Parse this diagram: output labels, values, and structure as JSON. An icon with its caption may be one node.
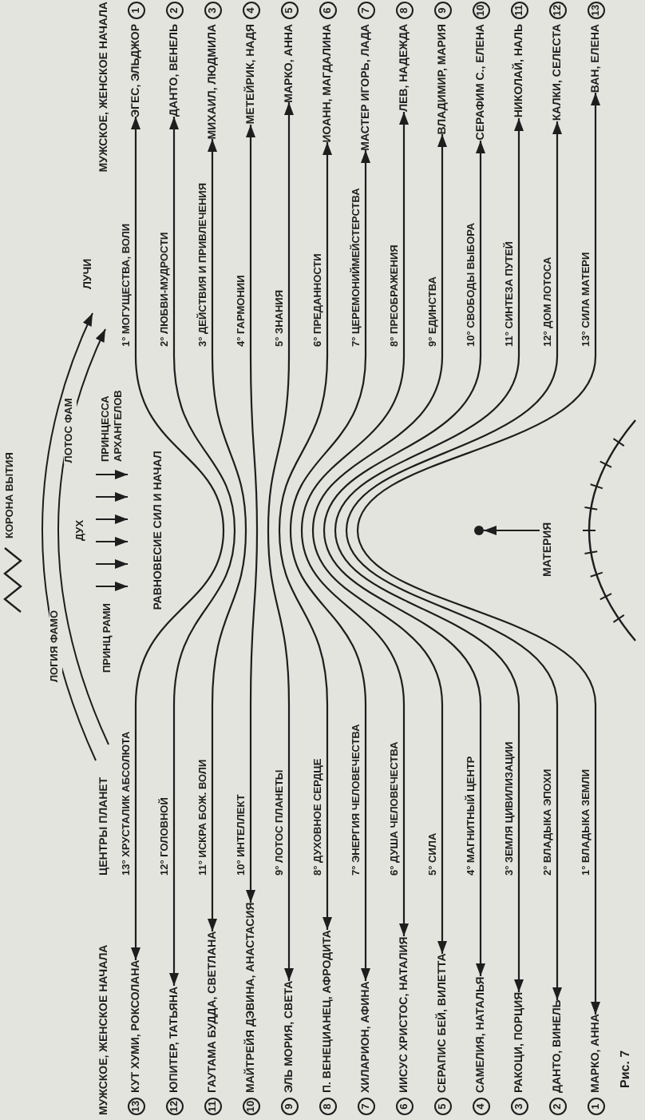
{
  "diagram": {
    "caption": "Рис. 7",
    "nodes": [
      {
        "text": [
          "13",
          "КУТ ХУМИ, РОКСОЛАНА"
        ]
      },
      {
        "text": [
          "12",
          "ЮПИТЕР, ТАТЬЯНА"
        ]
      },
      {
        "text": [
          "11",
          "ГАУТАМА БУДДА, СВЕТЛАНА"
        ]
      },
      {
        "text": [
          "10",
          "МАЙТРЕЙЯ ДЭВИНА, АНАСТАСИЯ"
        ]
      },
      {
        "text": [
          "9",
          "ЭЛЬ МОРИЯ, СВЕТА"
        ]
      },
      {
        "text": [
          "8",
          "П. ВЕНЕЦИАНЕЦ, АФРОДИТА"
        ]
      },
      {
        "text": [
          "7",
          "ХИЛАРИОН, АФИНА"
        ]
      },
      {
        "text": [
          "6",
          "ИИСУС ХРИСТОС, НАТАЛИЯ"
        ]
      },
      {
        "text": [
          "5",
          "СЕРАПИС БЕЙ, ВИЛЕТТА"
        ]
      },
      {
        "text": [
          "4",
          "САМЕЛИЯ, НАТАЛЬЯ"
        ]
      },
      {
        "text": [
          "3",
          "РАКОЦИ, ПОРЦИЯ"
        ]
      },
      {
        "text": [
          "2",
          "ДАНТО, ВИНЕЛЬ"
        ]
      },
      {
        "text": [
          "1",
          "МАРКО, АННА"
        ]
      },
      {
        "text": [
          "ЭГЕС, ЭЛЬДЖОР",
          "1"
        ]
      },
      {
        "text": [
          "ДАНТО, ВЕНЕЛЬ",
          "2"
        ]
      },
      {
        "text": [
          "МИХАИЛ, ЛЮДМИЛА",
          "3"
        ]
      },
      {
        "text": [
          "МЕТЕЙРИК, НАДЯ",
          "4"
        ]
      },
      {
        "text": [
          "МАРКО, АННА",
          "5"
        ]
      },
      {
        "text": [
          "ИОАНН, МАГДАЛИНА",
          "6"
        ]
      },
      {
        "text": [
          "МАСТЕР ИГОРЬ, ЛАДА",
          "7"
        ]
      },
      {
        "text": [
          "ЛЕВ, НАДЕЖДА",
          "8"
        ]
      },
      {
        "text": [
          "ВЛАДИМИР, МАРИЯ",
          "9"
        ]
      },
      {
        "text": [
          "СЕРАФИМ С., ЕЛЕНА",
          "10"
        ]
      },
      {
        "text": [
          "НИКОЛАЙ, НАЛЬ",
          "11"
        ]
      },
      {
        "text": [
          "КАЛКИ, СЕЛЕСТА",
          "12"
        ]
      },
      {
        "text": [
          "ВАН, ЕЛЕНА",
          "13"
        ]
      },
      {
        "text": [
          "МАТЕРИЯ"
        ]
      },
      {
        "text": [],
        "shape": "circle"
      }
    ],
    "edges": [
      {
        "from": 0,
        "to": 13,
        "arrow": "both"
      },
      {
        "from": 1,
        "to": 14,
        "arrow": "both"
      },
      {
        "from": 2,
        "to": 15,
        "arrow": "both"
      },
      {
        "from": 3,
        "to": 16,
        "arrow": "both"
      },
      {
        "from": 4,
        "to": 17,
        "arrow": "both"
      },
      {
        "from": 5,
        "to": 18,
        "arrow": "both"
      },
      {
        "from": 6,
        "to": 19,
        "arrow": "both"
      },
      {
        "from": 7,
        "to": 20,
        "arrow": "both"
      },
      {
        "from": 8,
        "to": 21,
        "arrow": "both"
      },
      {
        "from": 9,
        "to": 22,
        "arrow": "both"
      },
      {
        "from": 10,
        "to": 23,
        "arrow": "both"
      },
      {
        "from": 11,
        "to": 24,
        "arrow": "both"
      },
      {
        "from": 12,
        "to": 25,
        "arrow": "both"
      },
      {
        "from": 26,
        "to": 27,
        "arrow": "to"
      }
    ],
    "labels": [
      "КОРОНА ВЫТИЯ",
      "ЛОГИЯ ФАМО",
      "ЛОТОС ФАМ",
      "ДУХ",
      "ПРИНЦ РАМИ",
      "ПРИНЦЕССА АРХАНГЕЛОВ",
      "МУЖСКОЕ, ЖЕНСКОЕ НАЧАЛА",
      "ЦЕНТРЫ ПЛАНЕТ",
      "ЛУЧИ",
      "МУЖСКОЕ, ЖЕНСКОЕ НАЧАЛА",
      "РАВНОВЕСИЕ СИЛ И НАЧАЛ",
      "13° ХРУСТАЛИК АБСОЛЮТА",
      "12° ГОЛОВНОЙ",
      "11° ИСКРА БОЖ. ВОЛИ",
      "10° ИНТЕЛЛЕКТ",
      "9° ЛОТОС ПЛАНЕТЫ",
      "8° ДУХОВНОЕ СЕРДЦЕ",
      "7° ЭНЕРГИЯ ЧЕЛОВЕЧЕСТВА",
      "6° ДУША ЧЕЛОВЕЧЕСТВА",
      "5° СИЛА",
      "4° МАГНИТНЫЙ ЦЕНТР",
      "3° ЗЕМЛЯ ЦИВИЛИЗАЦИИ",
      "2° ВЛАДЫКА ЭПОХИ",
      "1° ВЛАДЫКА ЗЕМЛИ",
      "1° МОГУЩЕСТВА, ВОЛИ",
      "2° ЛЮБВИ-МУДРОСТИ",
      "3° ДЕЙСТВИЯ И ПРИВЛЕЧЕНИЯ",
      "4° ГАРМОНИИ",
      "5° ЗНАНИЯ",
      "6° ПРЕДАННОСТИ",
      "7° ЦЕРЕМОНИЙМЕЙСТЕРСТВА",
      "8° ПРЕОБРАЖЕНИЯ",
      "9° ЕДИНСТВА",
      "10° СВОБОДЫ ВЫБОРА",
      "11° СИНТЕЗА ПУТЕЙ",
      "12° ДОМ ЛОТОСА",
      "13° СИЛА МАТЕРИ"
    ]
  }
}
